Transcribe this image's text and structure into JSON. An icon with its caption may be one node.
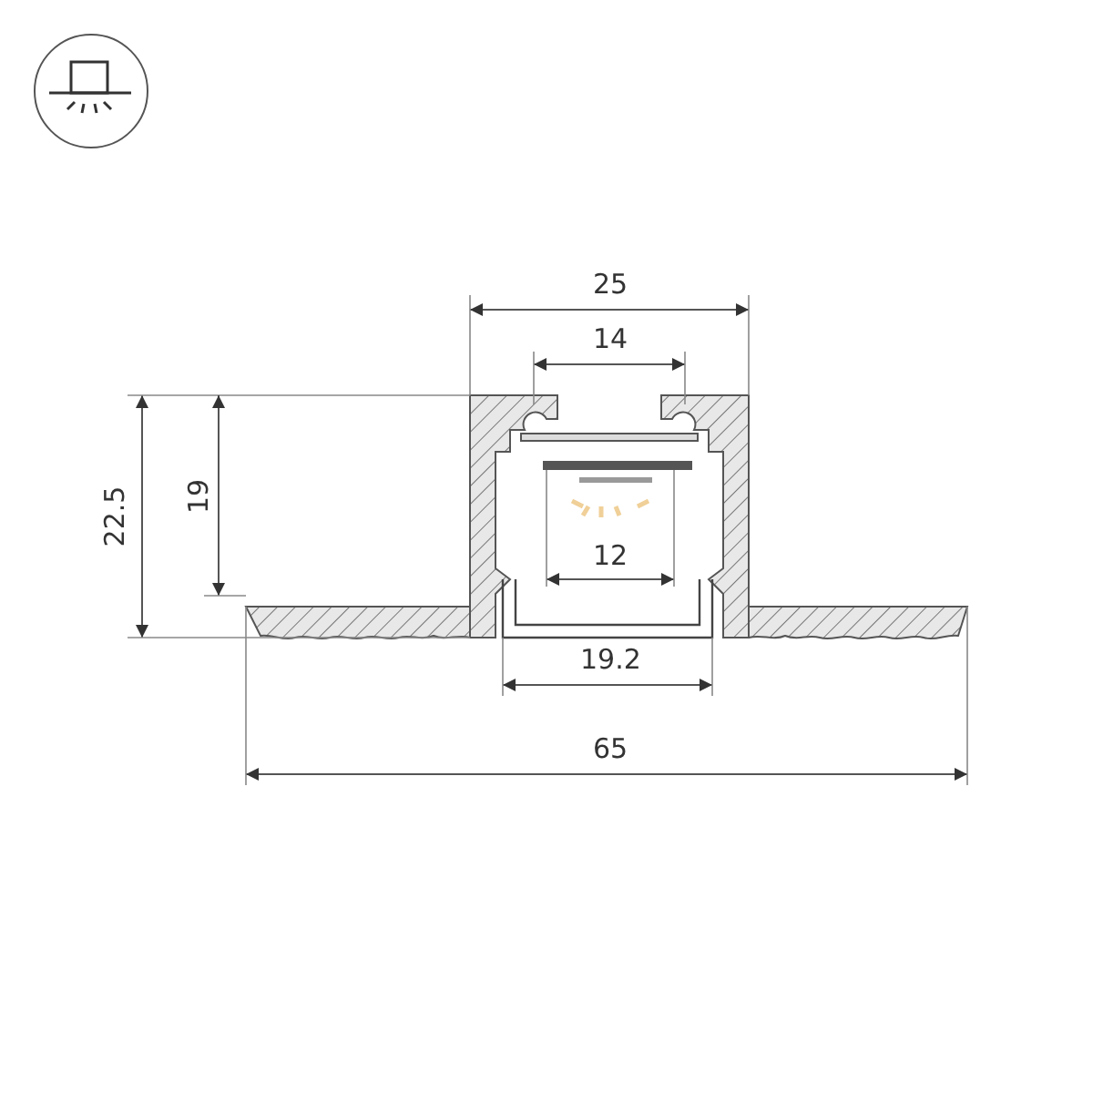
{
  "diagram": {
    "labels": [
      "25",
      "14",
      "22.5",
      "19",
      "12",
      "19.2",
      "65"
    ]
  }
}
